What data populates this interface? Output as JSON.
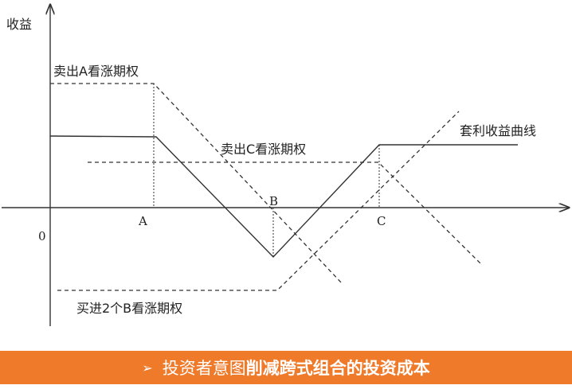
{
  "diagram": {
    "y_axis_label": "收益",
    "origin_label": "0",
    "points": {
      "a": "A",
      "b": "B",
      "c": "C"
    },
    "annotations": {
      "sell_a": "卖出A看涨期权",
      "sell_c": "卖出C看涨期权",
      "buy_b": "买进2个B看涨期权",
      "curve": "套利收益曲线"
    }
  },
  "banner": {
    "bullet": "➢",
    "text_normal": "投资者意图",
    "text_bold": "削减跨式组合的投资成本"
  },
  "colors": {
    "line": "#333333",
    "banner_bg": "#ee7a2a",
    "banner_text": "#ffffff"
  }
}
